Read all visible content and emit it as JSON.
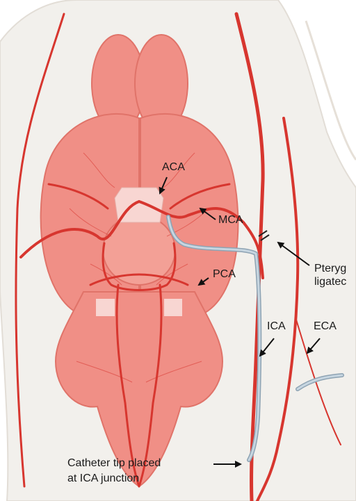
{
  "labels": {
    "aca": "ACA",
    "mca": "MCA",
    "pca": "PCA",
    "ica": "ICA",
    "eca": "ECA",
    "pterygo_line1": "Pteryg",
    "pterygo_line2": "ligatec",
    "catheter_line1": "Catheter tip placed",
    "catheter_line2": "at ICA junction"
  },
  "colors": {
    "brain": "#f08f86",
    "brain_shadow": "#e07369",
    "artery": "#d7362f",
    "catheter": "#b9cad6",
    "skin": "#f2f0ec",
    "background": "#ffffff",
    "arrow": "#111111"
  }
}
